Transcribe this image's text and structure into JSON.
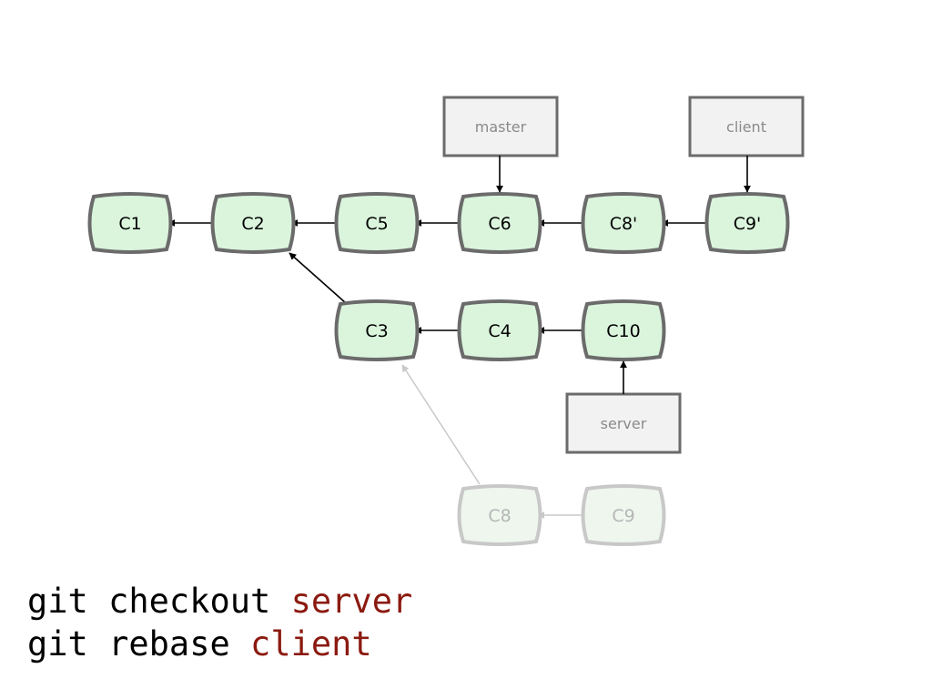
{
  "diagram": {
    "colors": {
      "commit_fill": "#dbf5dd",
      "commit_stroke": "#6b6b6b",
      "ghost_fill": "#eef6ee",
      "ghost_stroke": "#c8c8c8",
      "ghost_text": "#b6b6b6",
      "arrow": "#000000",
      "ghost_arrow": "#c8c8c8",
      "branch_fill": "#f2f2f2",
      "branch_stroke": "#6b6b6b"
    },
    "commits": [
      {
        "id": "C1",
        "label": "C1"
      },
      {
        "id": "C2",
        "label": "C2"
      },
      {
        "id": "C5",
        "label": "C5"
      },
      {
        "id": "C6",
        "label": "C6"
      },
      {
        "id": "C8p",
        "label": "C8'"
      },
      {
        "id": "C9p",
        "label": "C9'"
      },
      {
        "id": "C3",
        "label": "C3"
      },
      {
        "id": "C4",
        "label": "C4"
      },
      {
        "id": "C10",
        "label": "C10"
      },
      {
        "id": "C8",
        "label": "C8",
        "ghost": true
      },
      {
        "id": "C9",
        "label": "C9",
        "ghost": true
      }
    ],
    "branches": [
      {
        "id": "master",
        "label": "master",
        "points_to": "C6"
      },
      {
        "id": "client",
        "label": "client",
        "points_to": "C9p"
      },
      {
        "id": "server",
        "label": "server",
        "points_to": "C10"
      }
    ],
    "parent_links": [
      {
        "from": "C2",
        "to": "C1"
      },
      {
        "from": "C5",
        "to": "C2"
      },
      {
        "from": "C6",
        "to": "C5"
      },
      {
        "from": "C8p",
        "to": "C6"
      },
      {
        "from": "C9p",
        "to": "C8p"
      },
      {
        "from": "C3",
        "to": "C2"
      },
      {
        "from": "C4",
        "to": "C3"
      },
      {
        "from": "C10",
        "to": "C4"
      },
      {
        "from": "C8",
        "to": "C3",
        "ghost": true
      },
      {
        "from": "C9",
        "to": "C8",
        "ghost": true
      }
    ]
  },
  "commands": [
    {
      "cmd": "git checkout ",
      "arg": "server"
    },
    {
      "cmd": "git rebase ",
      "arg": "client"
    }
  ]
}
